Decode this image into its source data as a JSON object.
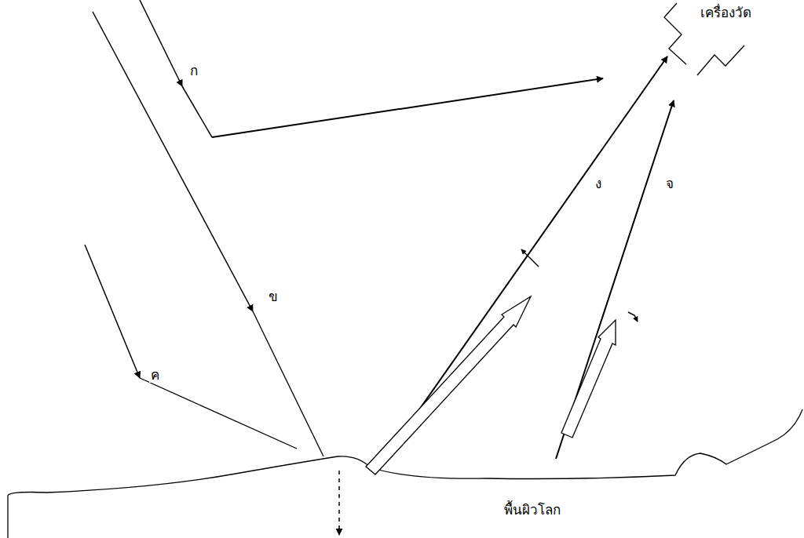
{
  "diagram": {
    "labels": [
      "ก",
      "ข",
      "ค",
      "ง",
      "จ",
      "เครื่องวัด",
      "พื้นผิวโลก"
    ]
  }
}
